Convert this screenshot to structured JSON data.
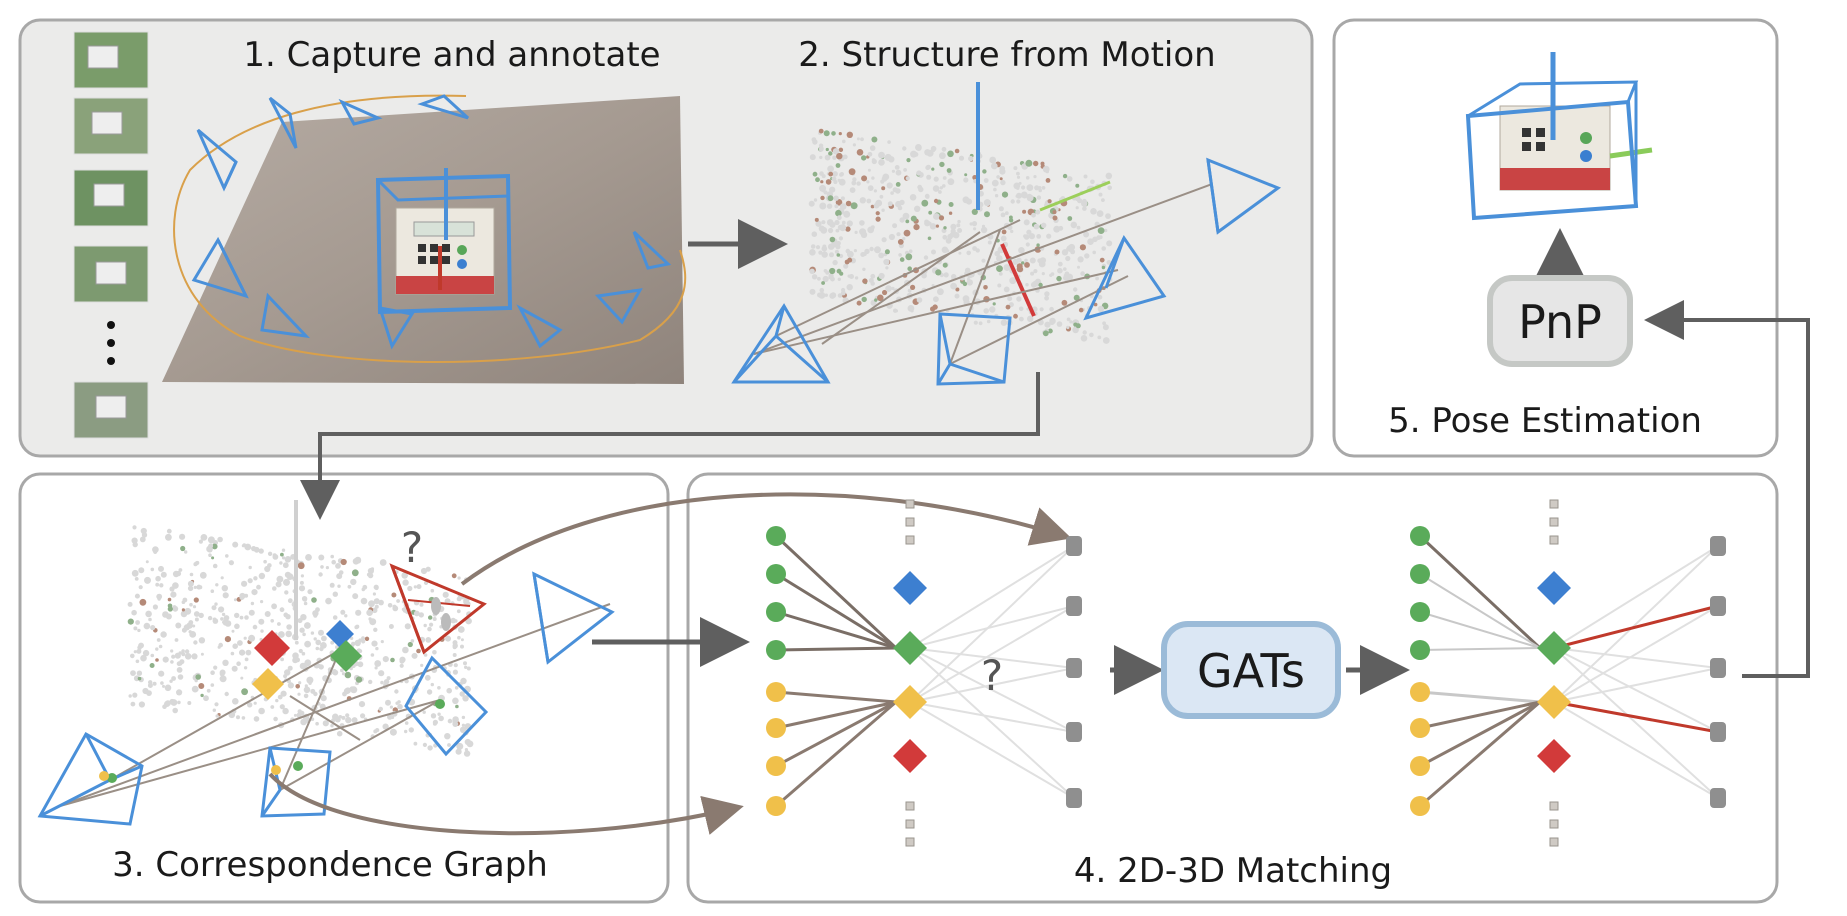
{
  "panels": {
    "capture": {
      "title": "1. Capture and annotate"
    },
    "sfm": {
      "title": "2. Structure from Motion"
    },
    "pose": {
      "title": "5. Pose Estimation"
    },
    "graph": {
      "title": "3. Correspondence Graph"
    },
    "matching": {
      "title": "4. 2D-3D Matching"
    }
  },
  "blocks": {
    "pnp": "PnP",
    "gats": "GATs"
  },
  "marks": {
    "question": "?"
  },
  "colors": {
    "panel_fill": "#ebebea",
    "panel_stroke": "#a8a8a8",
    "arrow": "#5f5f5f",
    "camera_blue": "#4a90d9",
    "node_green": "#5aab5a",
    "node_yellow": "#f0c04a",
    "node_blue": "#3d7fd0",
    "node_red": "#d23a3a",
    "match_red": "#c0392b",
    "block_blue_fill": "#dbe7f4",
    "block_gray_fill": "#e6e6e6"
  }
}
